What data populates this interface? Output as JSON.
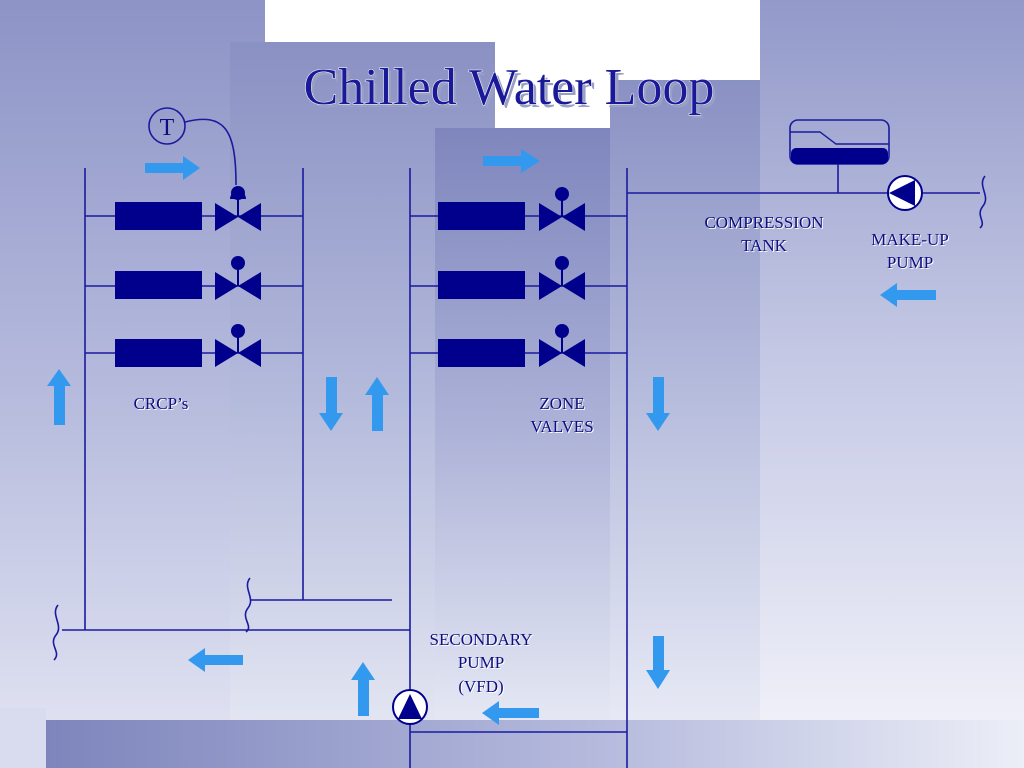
{
  "slide": {
    "title": "Chilled Water Loop"
  },
  "labels": {
    "thermostat": "T",
    "crcps": "CRCP’s",
    "zone_valves_1": "ZONE",
    "zone_valves_2": "VALVES",
    "compression_tank_1": "COMPRESSION",
    "compression_tank_2": "TANK",
    "makeup_pump_1": "MAKE-UP",
    "makeup_pump_2": "PUMP",
    "secondary_pump_1": "SECONDARY",
    "secondary_pump_2": "PUMP",
    "secondary_pump_3": "(VFD)"
  },
  "colors": {
    "pipe": "#1a1aa0",
    "equipment": "#00008c",
    "flow_arrow": "#3399ee",
    "title": "#1a1a99"
  }
}
